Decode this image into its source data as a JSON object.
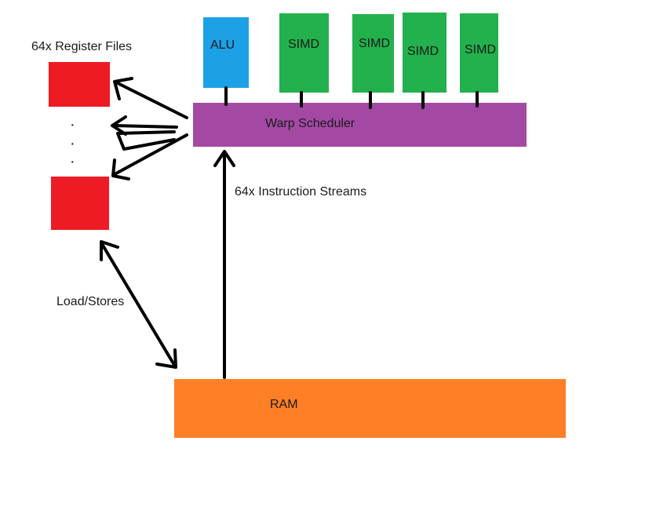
{
  "register_files": {
    "title": "64x Register Files",
    "ellipsis": [
      "·",
      "·",
      "·"
    ]
  },
  "alu": {
    "label": "ALU"
  },
  "simd_units": [
    {
      "label": "SIMD"
    },
    {
      "label": "SIMD"
    },
    {
      "label": "SIMD"
    },
    {
      "label": "SIMD"
    }
  ],
  "warp_scheduler": {
    "label": "Warp Scheduler"
  },
  "instruction_streams": {
    "label": "64x Instruction Streams"
  },
  "load_stores": {
    "label": "Load/Stores"
  },
  "ram": {
    "label": "RAM"
  },
  "colors": {
    "register": "#ed1c24",
    "alu": "#1ca1e6",
    "simd": "#22b14c",
    "scheduler": "#a349a4",
    "ram": "#ff7f27",
    "line": "#000000"
  }
}
